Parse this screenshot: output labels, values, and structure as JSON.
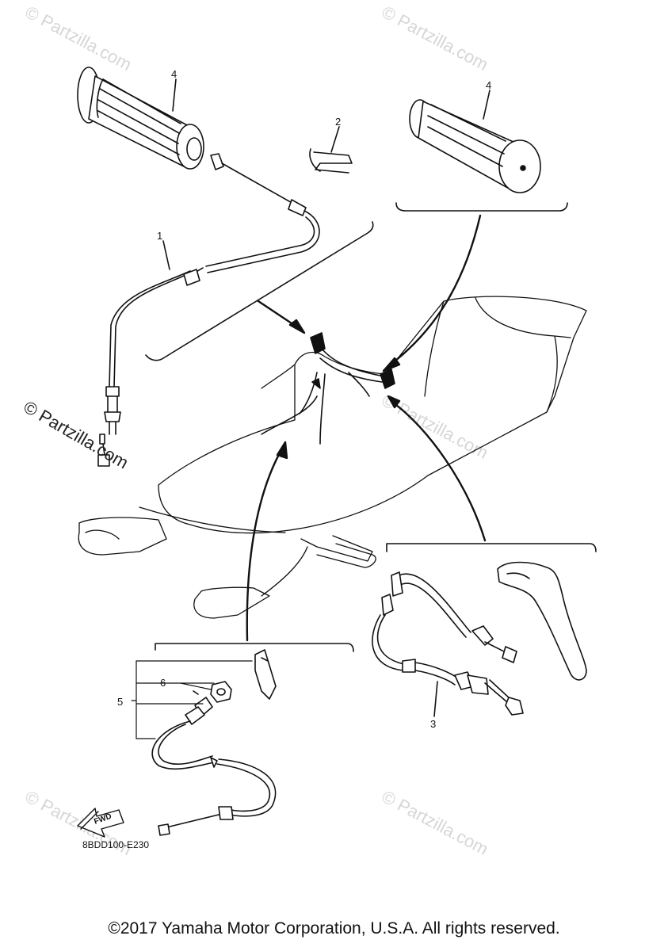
{
  "callouts": {
    "c1": "1",
    "c2": "2",
    "c3": "3",
    "c4_left": "4",
    "c4_right": "4",
    "c5": "5",
    "c6": "6"
  },
  "diagram_code": "8BDD100-E230",
  "fwd_label": "FWD",
  "watermark": {
    "main": "© Partzilla.com",
    "faint": "© Partzilla.com"
  },
  "copyright": "©2017 Yamaha Motor Corporation, U.S.A. All rights reserved.",
  "colors": {
    "ink": "#111111",
    "watermark": "#d6d6d6",
    "background": "#ffffff"
  }
}
